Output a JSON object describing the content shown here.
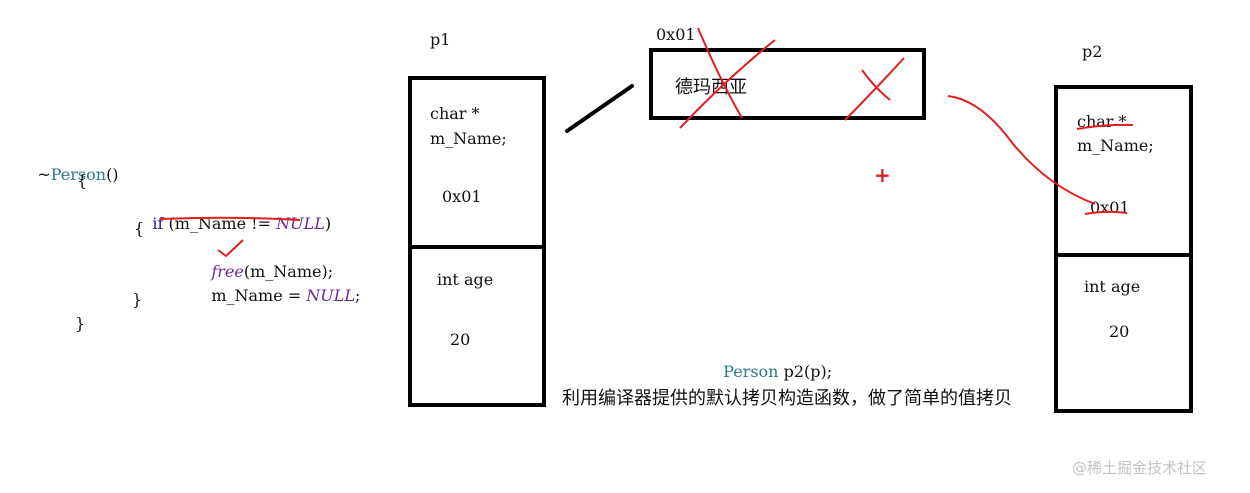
{
  "code": {
    "line1_tilde": "~",
    "line1_name": "Person",
    "line1_paren": "()",
    "line2": "{",
    "line3_if": "if",
    "line3_open": " (m_Name != ",
    "line3_null": "NULL",
    "line3_close": ")",
    "line4": "{",
    "line5_free": "free",
    "line5_rest": "(m_Name);",
    "line6_pre": "m_Name = ",
    "line6_null": "NULL",
    "line6_post": ";",
    "line7": "}",
    "line8": "}"
  },
  "p1": {
    "label": "p1",
    "field1_line1": "char *",
    "field1_line2": "m_Name;",
    "field1_value": "0x01",
    "field2_name": "int age",
    "field2_value": "20"
  },
  "heap": {
    "address": "0x01",
    "content": "德玛西亚"
  },
  "p2": {
    "label": "p2",
    "field1_line1": "char *",
    "field1_line2": "m_Name;",
    "field1_value": "0x01",
    "field2_name": "int age",
    "field2_value": "20"
  },
  "statement": {
    "type": "Person",
    "rest": " p2(p);"
  },
  "caption": "利用编译器提供的默认拷贝构造函数，做了简单的值拷贝",
  "plus_sign": "+",
  "watermark": "@稀土掘金技术社区",
  "colors": {
    "annotation_red": "#e02020",
    "box_black": "#000000"
  }
}
